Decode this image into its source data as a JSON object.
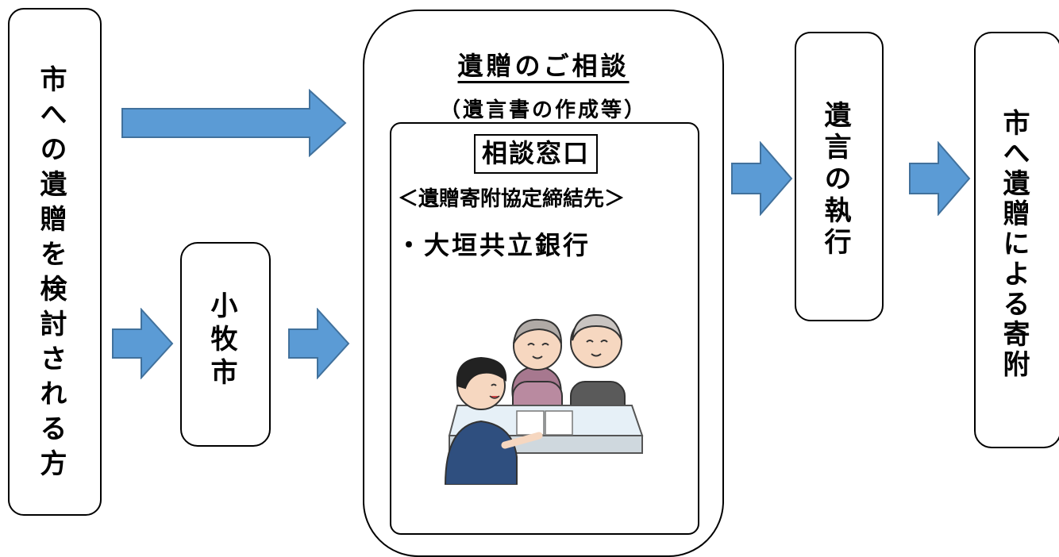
{
  "boxes": {
    "donor": "市への遺贈を検討される方",
    "city": "小牧市",
    "execution": "遺言の執行",
    "donation": "市へ遺贈による寄附"
  },
  "consultation": {
    "title": "遺贈のご相談",
    "subtitle": "（遺言書の作成等）",
    "desk_label": "相談窓口",
    "partner_label": "＜遺贈寄附協定締結先＞",
    "bank": "・大垣共立銀行"
  },
  "colors": {
    "arrow_fill": "#5b9bd5",
    "arrow_stroke": "#41719c"
  }
}
